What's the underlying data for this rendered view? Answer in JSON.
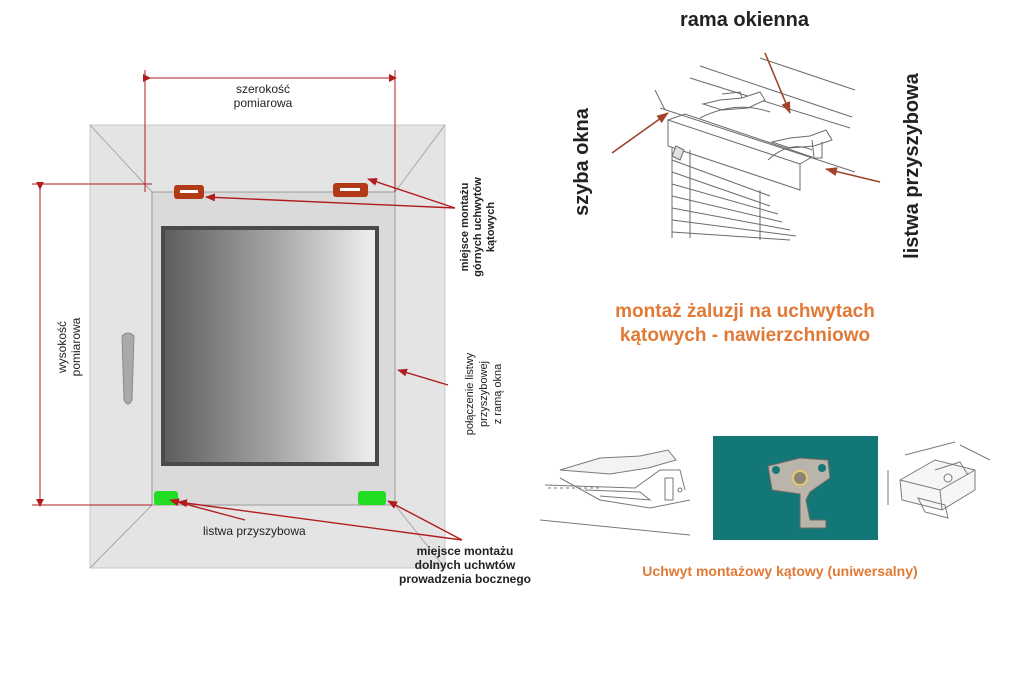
{
  "left_diagram": {
    "width_label": "szerokość\npomiarowa",
    "height_label": "wysokość\npomiarowa",
    "top_mount_label": "miejsce montażu\ngórnych uchwytów kątowych",
    "joint_label": "połączenie listwy\nprzyszybowej\nz ramą okna",
    "bead_label": "listwa przyszybowa",
    "bottom_mount_label": "miejsce montażu\ndolnych uchwtów\nprowadzenia bocznego",
    "colors": {
      "top_mount": "#b23a16",
      "bottom_mount": "#22dd22",
      "arrow": "#b11d1d"
    }
  },
  "right_diagram": {
    "frame_label": "rama okienna",
    "glass_label": "szyba okna",
    "bead_label": "listwa przyszybowa",
    "title": "montaż żaluzji na uchwytach\nkątowych - nawierzchniowo",
    "bracket_caption": "Uchwyt montażowy kątowy (uniwersalny)",
    "colors": {
      "title": "#e07a36",
      "arrow": "#a0442a",
      "photo_bg": "#137777"
    }
  }
}
